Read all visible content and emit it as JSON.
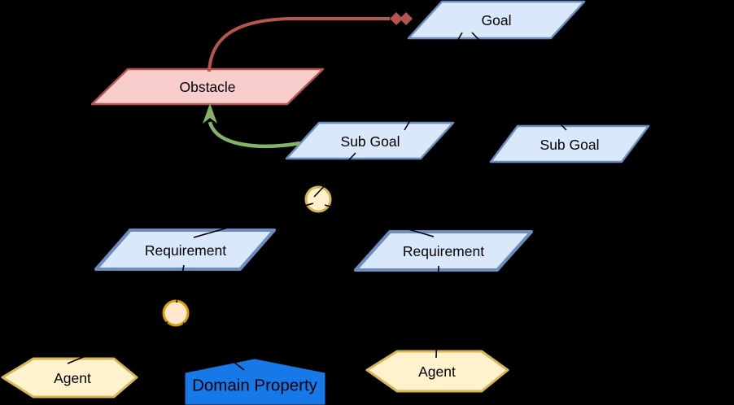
{
  "diagram": {
    "type": "kaos-goal-model",
    "background": "#000000",
    "nodes": {
      "goal": {
        "label": "Goal",
        "shape": "parallelogram"
      },
      "obstacle": {
        "label": "Obstacle",
        "shape": "parallelogram"
      },
      "subgoal1": {
        "label": "Sub Goal",
        "shape": "parallelogram"
      },
      "subgoal2": {
        "label": "Sub Goal",
        "shape": "parallelogram"
      },
      "requirement1": {
        "label": "Requirement",
        "shape": "parallelogram"
      },
      "requirement2": {
        "label": "Requirement",
        "shape": "parallelogram"
      },
      "agent1": {
        "label": "Agent",
        "shape": "hexagon"
      },
      "agent2": {
        "label": "Agent",
        "shape": "hexagon"
      },
      "domain_property": {
        "label": "Domain Property",
        "shape": "pentagon"
      },
      "refine_circle1": {
        "label": "",
        "shape": "circle"
      },
      "refine_circle2": {
        "label": "",
        "shape": "circle"
      }
    },
    "edges": {
      "obstruction": {
        "from": "Obstacle",
        "to": "Goal",
        "color": "#b85450",
        "arrowhead": "double-diamond"
      },
      "resolution": {
        "from": "Sub Goal",
        "to": "Obstacle",
        "color": "#82b366",
        "arrowhead": "classic-arrow"
      },
      "refinements": [
        {
          "from": "Goal",
          "to": "Sub Goal (left)"
        },
        {
          "from": "Goal",
          "to": "Sub Goal (right)"
        },
        {
          "from": "Sub Goal (left)",
          "to": "refine-circle-1"
        },
        {
          "from": "refine-circle-1",
          "to": "Requirement (left)"
        },
        {
          "from": "refine-circle-1",
          "to": "Requirement (right)"
        },
        {
          "from": "Requirement (left)",
          "to": "refine-circle-2"
        },
        {
          "from": "refine-circle-2",
          "to": "Agent (left)"
        },
        {
          "from": "refine-circle-2",
          "to": "Domain Property"
        },
        {
          "from": "Requirement (right)",
          "to": "Agent (right)"
        }
      ]
    },
    "palette": {
      "background": "#000000",
      "blue_fill": "#dae8fc",
      "blue_stroke": "#6c8ebf",
      "obstacle_fill": "#f8cecc",
      "obstacle_stroke": "#b85450",
      "agent_fill": "#fff2cc",
      "agent_stroke": "#d6b656",
      "circle1_fill": "#fff2cc",
      "circle1_stroke": "#d6b656",
      "circle2_fill": "#ffe6cc",
      "circle2_stroke": "#d79b00",
      "domain_fill": "#1779e8",
      "domain_text": "#ececec",
      "obstruction_red": "#b85450",
      "resolution_green": "#82b366",
      "refinement_black": "#000000"
    }
  }
}
